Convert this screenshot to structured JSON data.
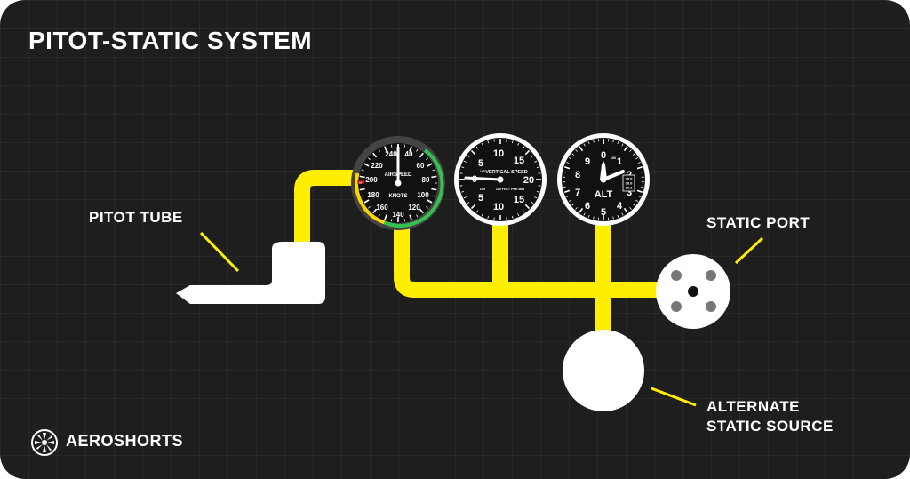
{
  "title": "PITOT-STATIC SYSTEM",
  "labels": {
    "pitot_tube": "PITOT TUBE",
    "static_port": "STATIC PORT",
    "alternate_line1": "ALTERNATE",
    "alternate_line2": "STATIC SOURCE"
  },
  "brand": {
    "name": "AEROSHORTS",
    "icon": "winged-propeller-icon"
  },
  "instruments": {
    "airspeed": {
      "label": "AIRSPEED",
      "unit": "KNOTS",
      "ticks": [
        "240",
        "40",
        "220",
        "60",
        "200",
        "80",
        "180",
        "100",
        "160",
        "120",
        "140"
      ]
    },
    "vsi": {
      "label": "VERTICAL SPEED",
      "unit": "100 FEET PER MIN",
      "up": "UP",
      "down": "DN",
      "ticks": [
        "0",
        "5",
        "10",
        "15",
        "20",
        "15",
        "10",
        "5"
      ]
    },
    "altimeter": {
      "label": "ALT",
      "ticks": [
        "0",
        "1",
        "2",
        "3",
        "4",
        "5",
        "6",
        "7",
        "8",
        "9"
      ],
      "small": "100",
      "kollsman": [
        "29.9",
        "30.0",
        "30.1"
      ]
    }
  },
  "colors": {
    "background": "#1e1e1e",
    "pipe": "#ffee00",
    "white": "#ffffff",
    "green_arc": "#33c24d",
    "yellow_arc": "#ffd500",
    "red_line": "#e8212b"
  }
}
